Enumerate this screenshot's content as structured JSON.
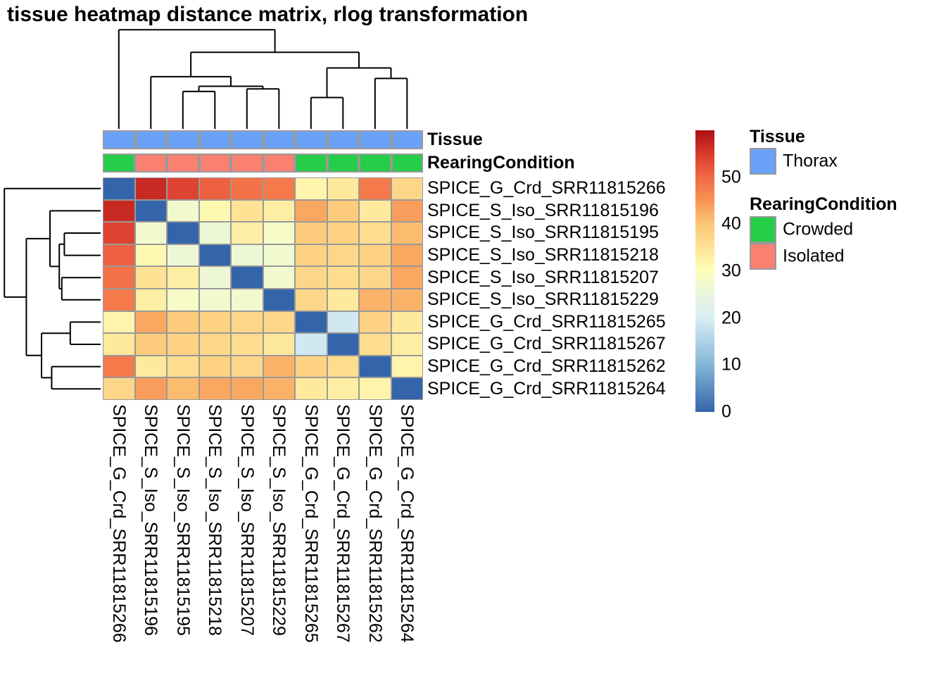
{
  "title": "tissue heatmap distance matrix, rlog transformation",
  "annotation_rows": [
    {
      "label": "Tissue"
    },
    {
      "label": "RearingCondition"
    }
  ],
  "legend": {
    "tissue_title": "Tissue",
    "tissue_items": [
      {
        "label": "Thorax",
        "color": "#6ba2f7"
      }
    ],
    "rearing_title": "RearingCondition",
    "rearing_items": [
      {
        "label": "Crowded",
        "color": "#24ce48"
      },
      {
        "label": "Isolated",
        "color": "#fa8072"
      }
    ]
  },
  "colors": {
    "thorax": "#6ba2f7",
    "crowded": "#24ce48",
    "isolated": "#fa8072",
    "cell_border": "#999999",
    "dendrogram_line": "#000000",
    "gradient_stops": [
      [
        0,
        "#3465ab"
      ],
      [
        10,
        "#84b6d7"
      ],
      [
        20,
        "#d9edf5"
      ],
      [
        25,
        "#e9f5dd"
      ],
      [
        30,
        "#feffb9"
      ],
      [
        35,
        "#fee395"
      ],
      [
        40,
        "#fcc676"
      ],
      [
        45,
        "#f89355"
      ],
      [
        50,
        "#f26a45"
      ],
      [
        55,
        "#d93a2c"
      ],
      [
        60,
        "#ac1016"
      ]
    ]
  },
  "chart_data": {
    "type": "heatmap",
    "title": "tissue heatmap distance matrix, rlog transformation",
    "labels": [
      "SPICE_G_Crd_SRR11815266",
      "SPICE_S_Iso_SRR11815196",
      "SPICE_S_Iso_SRR11815195",
      "SPICE_S_Iso_SRR11815218",
      "SPICE_S_Iso_SRR11815207",
      "SPICE_S_Iso_SRR11815229",
      "SPICE_G_Crd_SRR11815265",
      "SPICE_G_Crd_SRR11815267",
      "SPICE_G_Crd_SRR11815262",
      "SPICE_G_Crd_SRR11815264"
    ],
    "rows_equal_columns": true,
    "matrix": [
      [
        0,
        57,
        54,
        51,
        49,
        48,
        32,
        34,
        48,
        37
      ],
      [
        57,
        0,
        27,
        31,
        35,
        33,
        43,
        39,
        34,
        44
      ],
      [
        54,
        27,
        0,
        26,
        33,
        28,
        39,
        38,
        36,
        41
      ],
      [
        51,
        31,
        26,
        0,
        26,
        27,
        38,
        37,
        38,
        43
      ],
      [
        49,
        35,
        33,
        26,
        0,
        27,
        37,
        36,
        37,
        43
      ],
      [
        48,
        33,
        28,
        27,
        27,
        0,
        37,
        34,
        42,
        42
      ],
      [
        32,
        43,
        39,
        38,
        37,
        37,
        0,
        19,
        38,
        34
      ],
      [
        34,
        39,
        38,
        37,
        36,
        34,
        19,
        0,
        36,
        33
      ],
      [
        48,
        34,
        36,
        38,
        37,
        42,
        38,
        36,
        0,
        32
      ],
      [
        37,
        44,
        41,
        43,
        43,
        42,
        34,
        33,
        32,
        0
      ]
    ],
    "scale": {
      "min": 0,
      "max": 60,
      "ticks": [
        0,
        10,
        20,
        30,
        40,
        50
      ],
      "legend_position": "right"
    },
    "column_annotations": {
      "Tissue": [
        "Thorax",
        "Thorax",
        "Thorax",
        "Thorax",
        "Thorax",
        "Thorax",
        "Thorax",
        "Thorax",
        "Thorax",
        "Thorax"
      ],
      "RearingCondition": [
        "Crowded",
        "Isolated",
        "Isolated",
        "Isolated",
        "Isolated",
        "Isolated",
        "Crowded",
        "Crowded",
        "Crowded",
        "Crowded"
      ]
    },
    "dendrogram": {
      "h": 57,
      "children": [
        {
          "leaf": 0
        },
        {
          "h": 44,
          "children": [
            {
              "h": 30,
              "children": [
                {
                  "leaf": 1
                },
                {
                  "h": 24.5,
                  "children": [
                    {
                      "h": 21.5,
                      "children": [
                        {
                          "leaf": 2
                        },
                        {
                          "leaf": 3
                        }
                      ]
                    },
                    {
                      "h": 23,
                      "children": [
                        {
                          "leaf": 4
                        },
                        {
                          "leaf": 5
                        }
                      ]
                    }
                  ]
                }
              ]
            },
            {
              "h": 35,
              "children": [
                {
                  "h": 18,
                  "children": [
                    {
                      "leaf": 6
                    },
                    {
                      "leaf": 7
                    }
                  ]
                },
                {
                  "h": 29,
                  "children": [
                    {
                      "leaf": 8
                    },
                    {
                      "leaf": 9
                    }
                  ]
                }
              ]
            }
          ]
        }
      ]
    }
  }
}
